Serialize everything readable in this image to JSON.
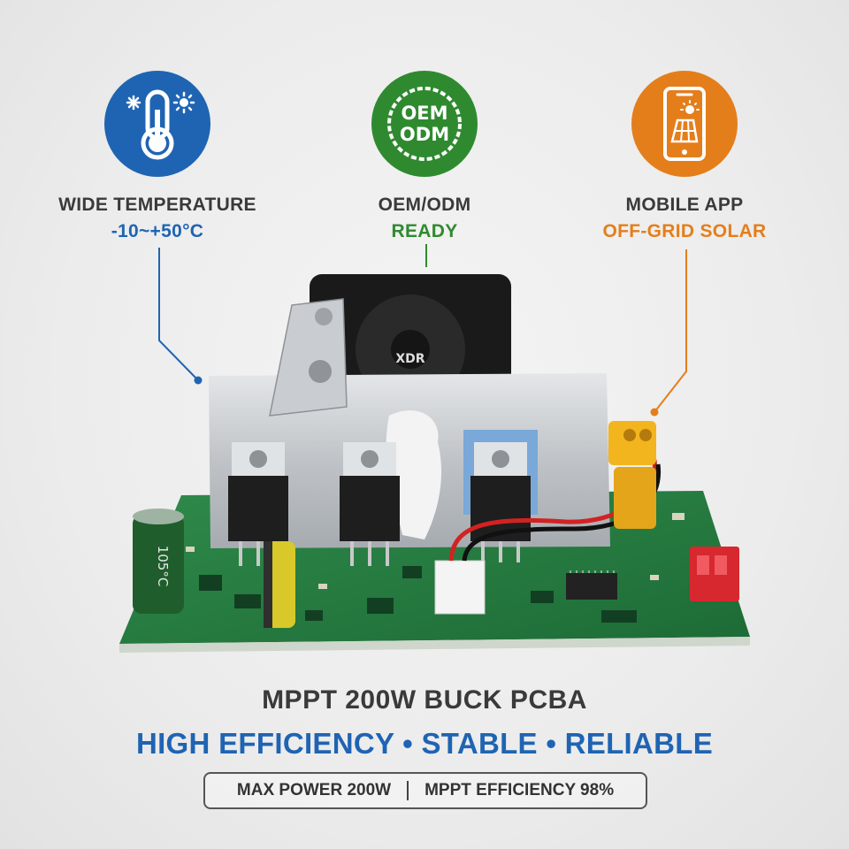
{
  "features": [
    {
      "title": "WIDE TEMPERATURE",
      "subtitle": "-10~+50°C",
      "icon": "thermometer-icon",
      "color": "#1f64b3"
    },
    {
      "title": "OEM/ODM",
      "subtitle": "READY",
      "icon": "oem-odm-badge-icon",
      "badge_lines": [
        "OEM",
        "ODM"
      ],
      "color": "#2f8a2f"
    },
    {
      "title": "MOBILE APP",
      "subtitle": "OFF-GRID SOLAR",
      "icon": "phone-solar-icon",
      "color": "#e47e1b"
    }
  ],
  "product": {
    "fan_label": "XDR",
    "capacitor_label": "105°C"
  },
  "headline": {
    "title": "MPPT 200W BUCK PCBA",
    "tagline": "HIGH EFFICIENCY • STABLE • RELIABLE"
  },
  "specs": [
    "MAX POWER 200W",
    "MPPT EFFICIENCY 98%"
  ]
}
